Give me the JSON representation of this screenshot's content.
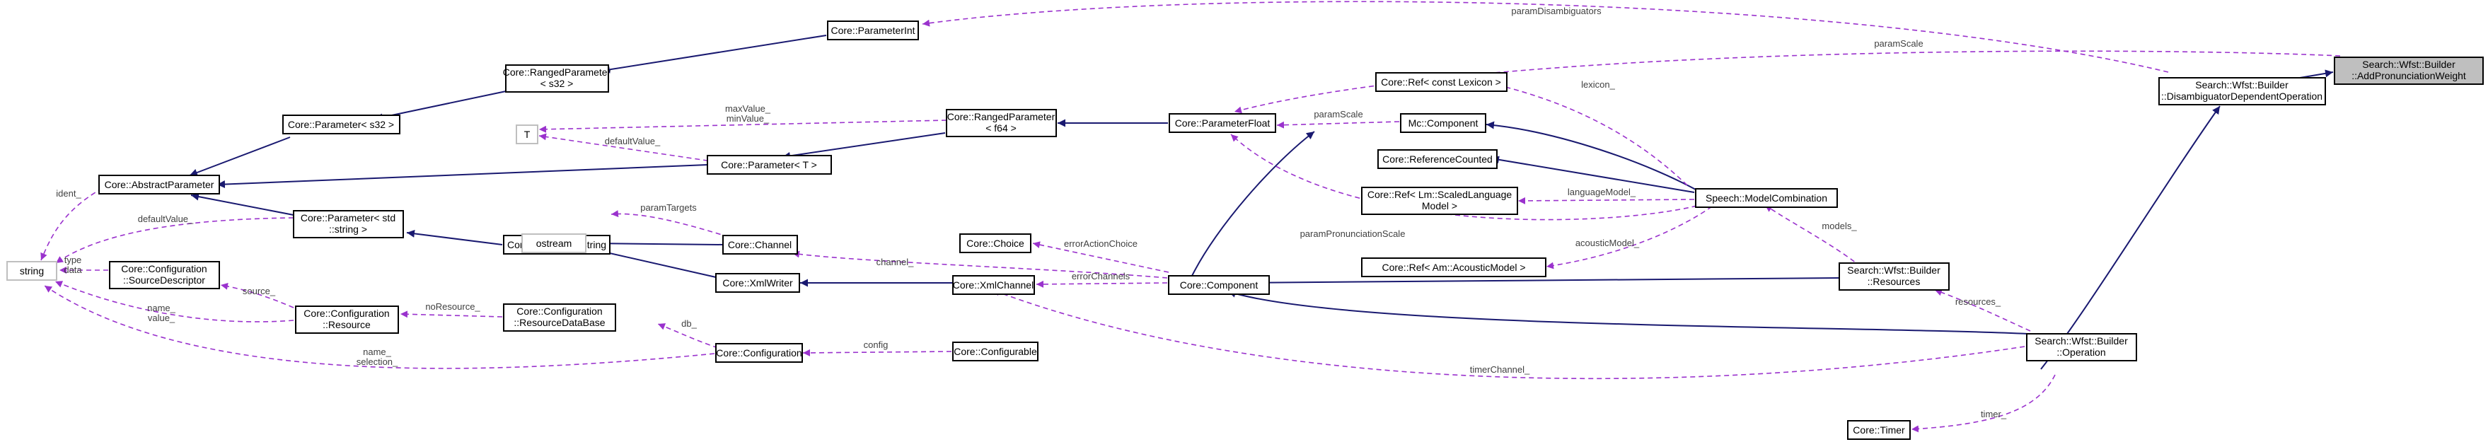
{
  "colors": {
    "inheritance": "#191970",
    "usage": "#9a32cd",
    "focus_fill": "#bfbfbf",
    "external_border": "#bfbfbf"
  },
  "nodes": {
    "add_pron": [
      "Search::Wfst::Builder",
      "::AddPronunciationWeight"
    ],
    "disamb_op": [
      "Search::Wfst::Builder",
      "::DisambiguatorDependentOperation"
    ],
    "operation": [
      "Search::Wfst::Builder",
      "::Operation"
    ],
    "resources": [
      "Search::Wfst::Builder",
      "::Resources"
    ],
    "param_int": [
      "Core::ParameterInt"
    ],
    "ranged_s32": [
      "Core::RangedParameter",
      "< s32 >"
    ],
    "param_s32": [
      "Core::Parameter< s32 >"
    ],
    "abstract_param": [
      "Core::AbstractParameter"
    ],
    "string": [
      "string"
    ],
    "param_string_std": [
      "Core::Parameter< std",
      "::string >"
    ],
    "t": [
      "T"
    ],
    "param_t": [
      "Core::Parameter< T >"
    ],
    "ranged_f64": [
      "Core::RangedParameter",
      "< f64 >"
    ],
    "param_float": [
      "Core::ParameterFloat"
    ],
    "mc_component": [
      "Mc::Component"
    ],
    "ref_lexicon": [
      "Core::Ref< const Lexicon >"
    ],
    "ref_counted": [
      "Core::ReferenceCounted"
    ],
    "ref_lm": [
      "Core::Ref< Lm::ScaledLanguage",
      "Model >"
    ],
    "model_comb": [
      "Speech::ModelCombination"
    ],
    "ref_am": [
      "Core::Ref< Am::AcousticModel >"
    ],
    "param_string": [
      "Core::ParameterString"
    ],
    "source_desc": [
      "Core::Configuration",
      "::SourceDescriptor"
    ],
    "config_resource": [
      "Core::Configuration",
      "::Resource"
    ],
    "ostream": [
      "ostream"
    ],
    "channel": [
      "Core::Channel"
    ],
    "xml_writer": [
      "Core::XmlWriter"
    ],
    "resource_db": [
      "Core::Configuration",
      "::ResourceDataBase"
    ],
    "configuration": [
      "Core::Configuration"
    ],
    "choice": [
      "Core::Choice"
    ],
    "xml_channel": [
      "Core::XmlChannel"
    ],
    "configurable": [
      "Core::Configurable"
    ],
    "core_component": [
      "Core::Component"
    ],
    "timer": [
      "Core::Timer"
    ]
  },
  "edge_labels": {
    "param_disambiguators": [
      "paramDisambiguators"
    ],
    "param_scale_top": [
      "paramScale"
    ],
    "param_scale": [
      "paramScale"
    ],
    "max_min": [
      "maxValue_",
      "minValue_"
    ],
    "default_value_t": [
      "defaultValue_"
    ],
    "ident": [
      "ident_"
    ],
    "default_value_s": [
      "defaultValue_"
    ],
    "type_data": [
      "type",
      "data"
    ],
    "source": [
      "source_"
    ],
    "name_value": [
      "name_",
      "value_"
    ],
    "name_selection": [
      "name_",
      "selection_"
    ],
    "param_targets": [
      "paramTargets"
    ],
    "no_resource": [
      "noResource_"
    ],
    "channel": [
      "channel_"
    ],
    "db": [
      "db_"
    ],
    "config": [
      "config"
    ],
    "error_action_choice": [
      "errorActionChoice"
    ],
    "error_channels": [
      "errorChannels"
    ],
    "lexicon": [
      "lexicon_"
    ],
    "language_model": [
      "languageModel_"
    ],
    "acoustic_model": [
      "acousticModel_"
    ],
    "param_pron_scale": [
      "paramPronunciationScale"
    ],
    "models": [
      "models_"
    ],
    "resources": [
      "resources_"
    ],
    "timer_channel": [
      "timerChannel_"
    ],
    "timer": [
      "timer_"
    ]
  }
}
